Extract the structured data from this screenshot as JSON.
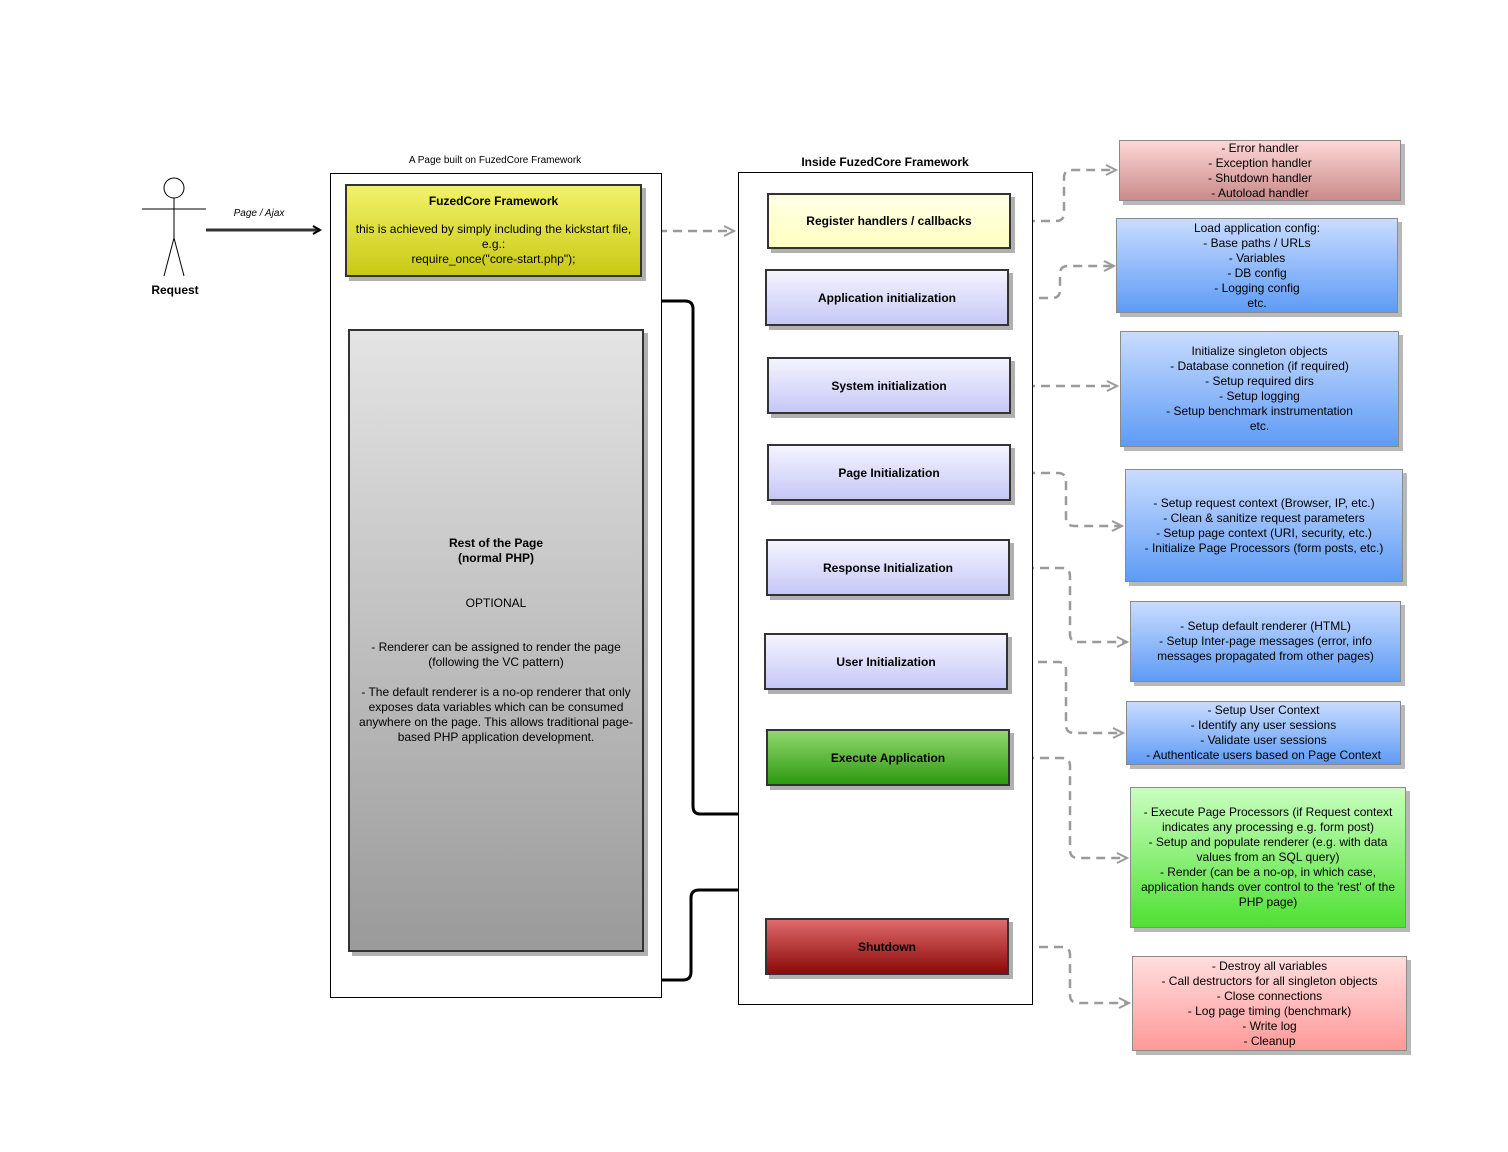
{
  "actor": {
    "label": "Request"
  },
  "request_arrow": {
    "label": "Page / Ajax"
  },
  "left_frame": {
    "caption": "A Page built on FuzedCore Framework",
    "core_box": {
      "title": "FuzedCore Framework",
      "lines": [
        "this is achieved by simply including the kickstart file,",
        "e.g.:",
        "require_once(\"core-start.php\");"
      ]
    },
    "rest_box": {
      "title_lines": [
        "Rest of the Page",
        "(normal PHP)"
      ],
      "optional": "OPTIONAL",
      "para1": [
        "- Renderer can be assigned to render the page",
        "(following the VC pattern)"
      ],
      "para2": [
        "- The default renderer is a no-op renderer that only",
        "exposes data variables which can be consumed",
        "anywhere on the page. This allows traditional page-",
        "based PHP application development."
      ]
    }
  },
  "right_frame": {
    "caption": "Inside FuzedCore Framework",
    "steps": [
      {
        "label": "Register handlers / callbacks"
      },
      {
        "label": "Application initialization"
      },
      {
        "label": "System initialization"
      },
      {
        "label": "Page Initialization"
      },
      {
        "label": "Response Initialization"
      },
      {
        "label": "User Initialization"
      },
      {
        "label": "Execute Application"
      },
      {
        "label": "Shutdown"
      }
    ]
  },
  "notes": [
    {
      "lines": [
        "- Error handler",
        "- Exception handler",
        "- Shutdown handler",
        "- Autoload handler"
      ]
    },
    {
      "lines": [
        "Load application config:",
        "- Base paths / URLs",
        "- Variables",
        "- DB config",
        "- Logging config",
        "etc."
      ]
    },
    {
      "lines": [
        "Initialize singleton objects",
        "- Database connetion (if required)",
        "- Setup required dirs",
        "- Setup logging",
        "- Setup benchmark instrumentation",
        "etc."
      ]
    },
    {
      "lines": [
        "- Setup request context (Browser, IP, etc.)",
        "- Clean & sanitize request parameters",
        "- Setup page context (URI, security, etc.)",
        "- Initialize Page Processors (form posts, etc.)"
      ]
    },
    {
      "lines": [
        "- Setup default renderer (HTML)",
        "- Setup Inter-page messages (error, info",
        "messages propagated from other pages)"
      ]
    },
    {
      "lines": [
        "- Setup User Context",
        "- Identify any user sessions",
        "- Validate user sessions",
        "- Authenticate users based on Page Context"
      ]
    },
    {
      "lines": [
        "- Execute Page Processors (if Request context",
        "indicates any processing e.g. form post)",
        "- Setup and populate renderer (e.g. with data",
        "values from an SQL query)",
        "- Render (can be a no-op, in which case,",
        "application hands over control to the 'rest' of the",
        "PHP page)"
      ]
    },
    {
      "lines": [
        "- Destroy all variables",
        "- Call destructors for all singleton objects",
        "- Close connections",
        "- Log page timing (benchmark)",
        "- Write log",
        "- Cleanup"
      ]
    }
  ],
  "colors": {
    "core_yellow": "#e6e636",
    "register_yellow": "#ffffcc",
    "execute_green": "#3aa51f",
    "shutdown_red": "#a01818",
    "note_blue": "#6fa3f7",
    "dashed_arrow": "#9a9a9a"
  }
}
